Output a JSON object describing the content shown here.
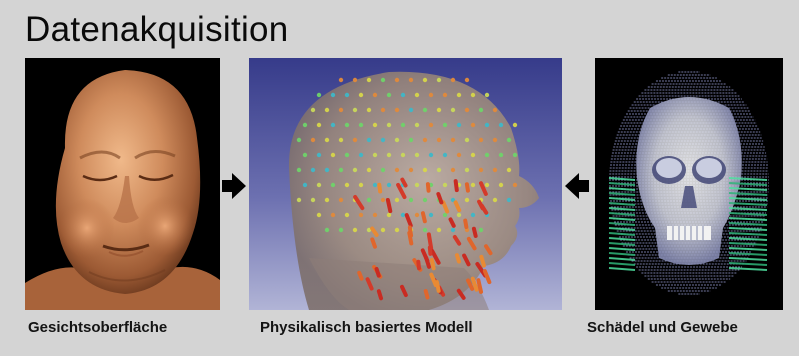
{
  "header": {
    "title": "Datenakquisition"
  },
  "panels": [
    {
      "id": "face",
      "caption": "Gesichtsoberfläche",
      "image": "3D-scanned face surface"
    },
    {
      "id": "model",
      "caption": "Physikalisch basiertes Modell",
      "image": "physically based head model with spring elements"
    },
    {
      "id": "skull",
      "caption": "Schädel und Gewebe",
      "image": "skull and tissue layers from volume data"
    }
  ],
  "arrows": [
    {
      "direction": "right",
      "icon": "arrow-right-icon"
    },
    {
      "direction": "left",
      "icon": "arrow-left-icon"
    }
  ],
  "colors": {
    "background": "#d4d4d4",
    "skin": "#c8875a",
    "model_bg_top": "#3a3f8c",
    "model_bg_bottom": "#a6aad0",
    "tissue_green": "#3fcf8a",
    "bone": "#e6e6e6"
  }
}
